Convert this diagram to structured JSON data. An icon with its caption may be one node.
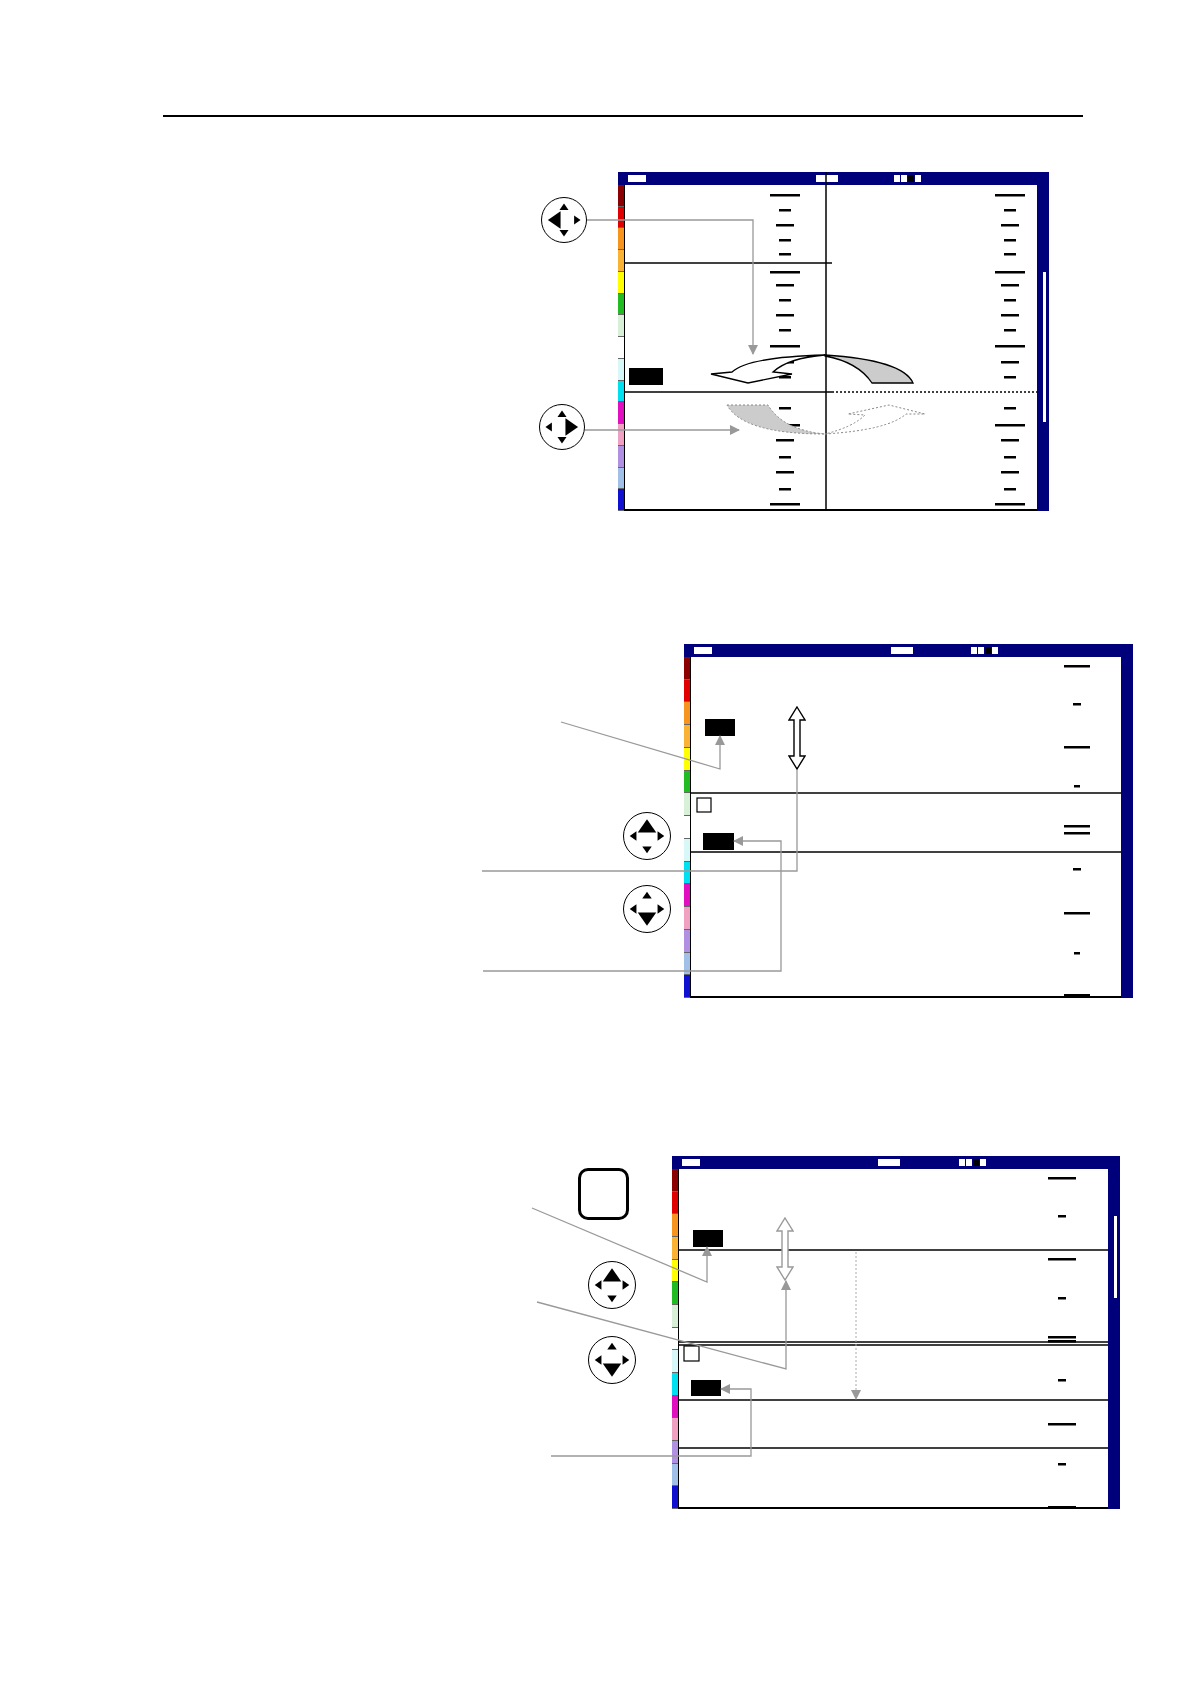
{
  "diagram": {
    "nodes": [
      {
        "text": [],
        "shape": "circle"
      },
      {
        "text": [],
        "shape": "circle"
      },
      {
        "text": [],
        "shape": "box"
      },
      {
        "text": [],
        "shape": "box",
        "in": 2
      },
      {
        "text": [],
        "shape": "box"
      },
      {
        "text": [],
        "shape": "box",
        "in": 4
      },
      {
        "text": [],
        "shape": "arrow",
        "in": 4
      },
      {
        "text": [],
        "shape": "box",
        "in": 4
      },
      {
        "text": [],
        "shape": "circle"
      },
      {
        "text": [],
        "shape": "circle"
      },
      {
        "text": [],
        "shape": "box"
      },
      {
        "text": [],
        "shape": "box"
      },
      {
        "text": [],
        "shape": "box",
        "in": 11
      },
      {
        "text": [],
        "shape": "arrow",
        "in": 11
      },
      {
        "text": [],
        "shape": "box",
        "in": 11
      },
      {
        "text": [],
        "shape": "circle"
      },
      {
        "text": [],
        "shape": "circle"
      }
    ],
    "edges": [
      {
        "from": 0,
        "to": null,
        "arrow": "to"
      },
      {
        "from": 1,
        "to": null,
        "arrow": "to"
      },
      {
        "from": null,
        "to": 5,
        "arrow": "to"
      },
      {
        "from": null,
        "to": 6,
        "arrow": "none"
      },
      {
        "from": null,
        "to": 7,
        "arrow": "to"
      },
      {
        "from": null,
        "to": 12,
        "arrow": "to"
      },
      {
        "from": null,
        "to": 13,
        "arrow": "to"
      },
      {
        "from": null,
        "to": 14,
        "arrow": "to"
      }
    ]
  }
}
